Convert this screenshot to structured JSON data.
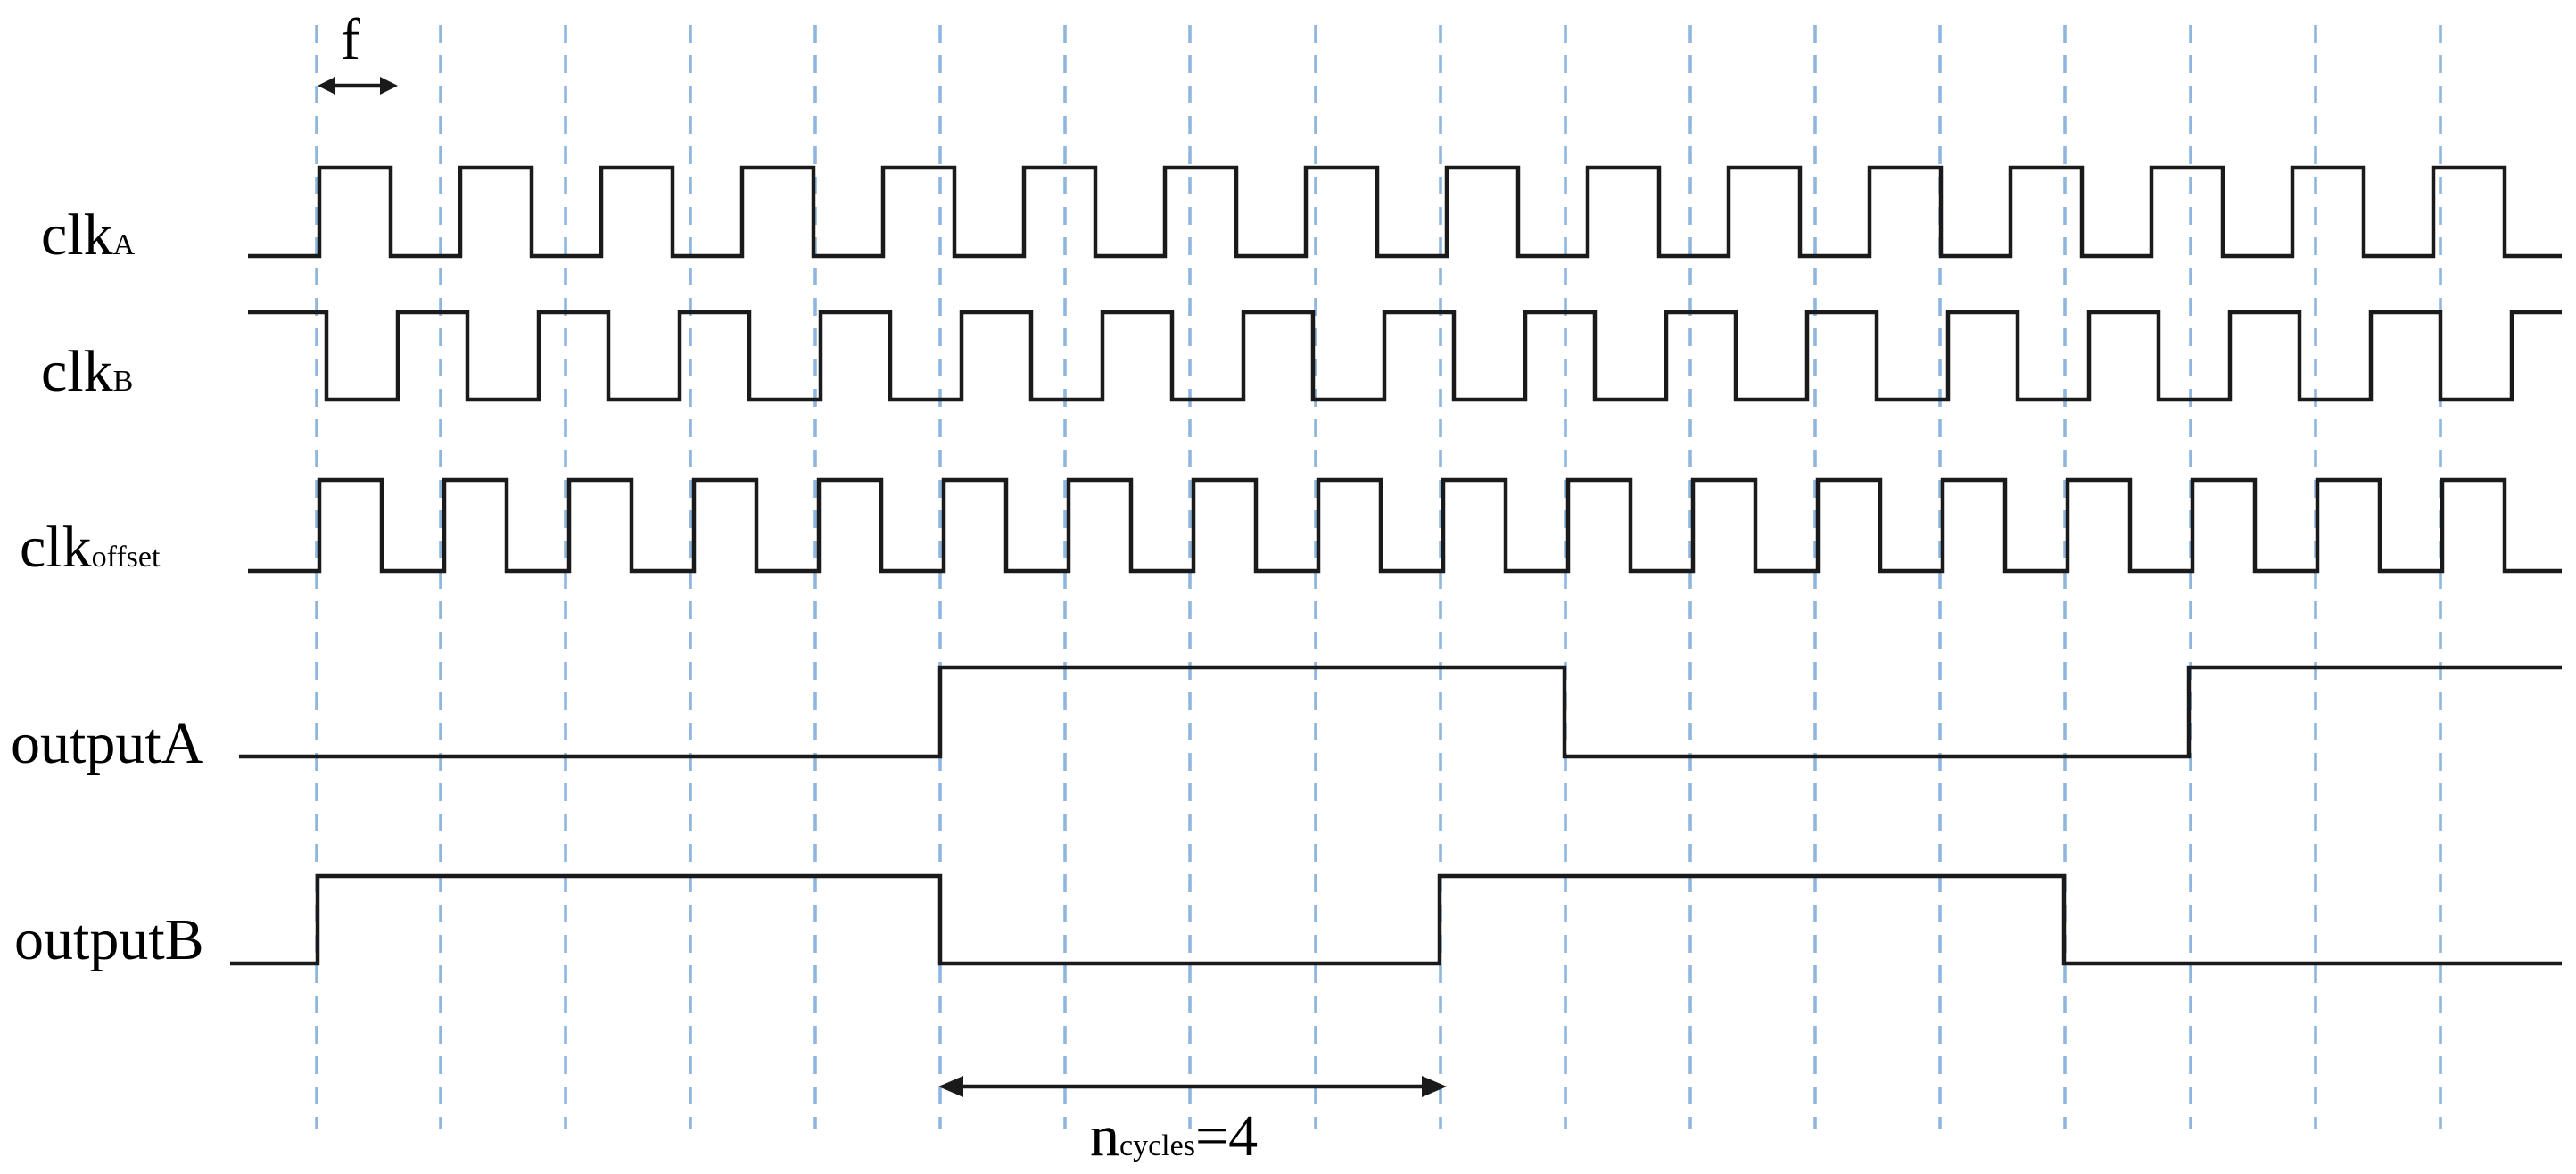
{
  "labels": {
    "clkA": {
      "main": "clk",
      "sub": "A"
    },
    "clkB": {
      "main": "clk",
      "sub": "B"
    },
    "clkOffset": {
      "main": "clk",
      "sub": "offset"
    },
    "outputA": {
      "main": "outputA"
    },
    "outputB": {
      "main": "outputB"
    }
  },
  "annotations": {
    "period": "f",
    "ncycles": {
      "main": "n",
      "sub": "cycles",
      "suffix": "=4"
    }
  },
  "colors": {
    "waveform": "#1a1a1a",
    "gridline": "#8fb6df"
  }
}
